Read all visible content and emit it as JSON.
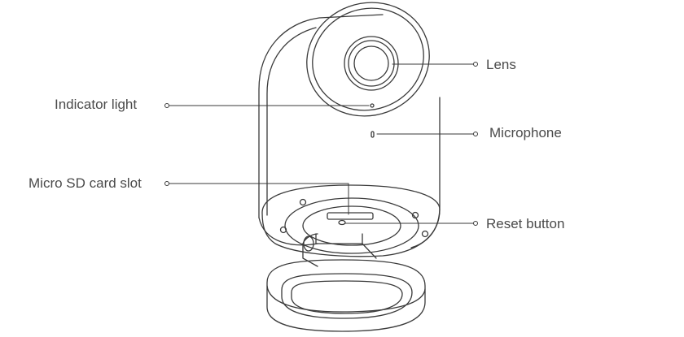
{
  "labels": {
    "lens": "Lens",
    "indicator_light": "Indicator light",
    "microphone": "Microphone",
    "micro_sd_card_slot": "Micro SD card slot",
    "reset_button": "Reset button"
  },
  "colors": {
    "line": "#3a3a3a",
    "text": "#4a4a4a",
    "background": "#ffffff"
  }
}
